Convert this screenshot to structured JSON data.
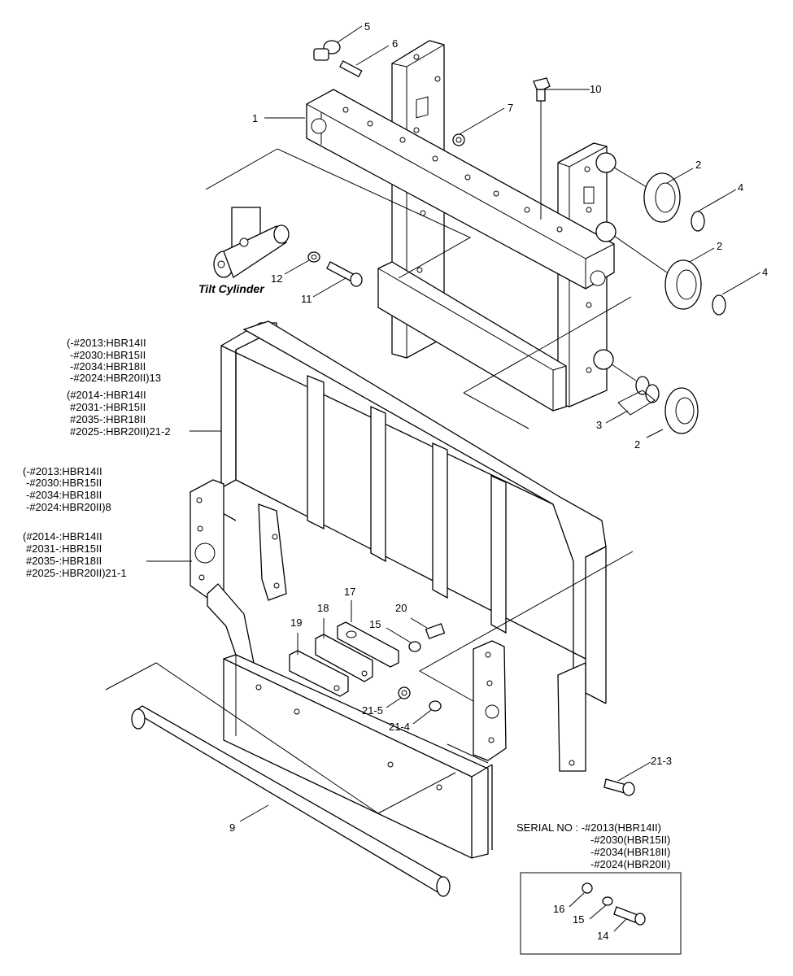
{
  "callouts": {
    "p1": "1",
    "p2a": "2",
    "p2b": "2",
    "p2c": "2",
    "p3": "3",
    "p4a": "4",
    "p4b": "4",
    "p5": "5",
    "p6": "6",
    "p7": "7",
    "p9": "9",
    "p10": "10",
    "p11": "11",
    "p12": "12",
    "p14": "14",
    "p15a": "15",
    "p15b": "15",
    "p16": "16",
    "p17": "17",
    "p18": "18",
    "p19": "19",
    "p20": "20",
    "p21_3": "21-3",
    "p21_4": "21-4",
    "p21_5": "21-5"
  },
  "tilt_cylinder": "Tilt Cylinder",
  "backrest_note": [
    "(-#2013:HBR14II",
    "-#2030:HBR15II",
    "-#2034:HBR18II",
    "-#2024:HBR20II)13",
    "(#2014-:HBR14II",
    "#2031-:HBR15II",
    "#2035-:HBR18II",
    "#2025-:HBR20II)21-2"
  ],
  "carriage_note": [
    "(-#2013:HBR14II",
    "-#2030:HBR15II",
    "-#2034:HBR18II",
    "-#2024:HBR20II)8",
    "(#2014-:HBR14II",
    "#2031-:HBR15II",
    "#2035-:HBR18II",
    "#2025-:HBR20II)21-1"
  ],
  "serial_note": [
    "SERIAL NO : -#2013(HBR14II)",
    "-#2030(HBR15II)",
    "-#2034(HBR18II)",
    "-#2024(HBR20II)"
  ]
}
